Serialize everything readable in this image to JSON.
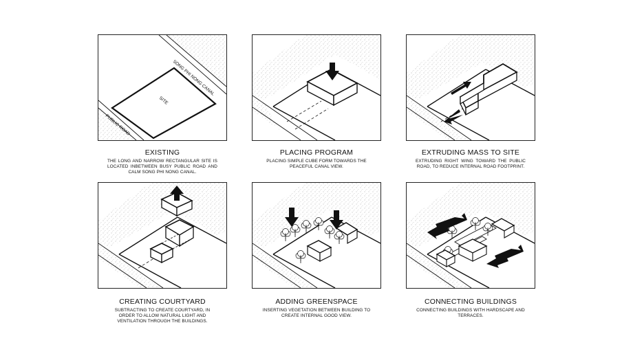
{
  "colors": {
    "line": "#111111",
    "stipple": "#9a9a9a",
    "background": "#ffffff"
  },
  "panels": [
    {
      "title": "EXISTING",
      "caption": "THE LONG AND NARROW RECTANGULAR SITE IS LOCATED INBETWEEN BUSY PUBLIC ROAD AND CALM SONG PHI NONG CANAL.",
      "labels": {
        "canal": "SONG PHI NONG CANAL",
        "site": "SITE",
        "road": "PUBLIC ROAD"
      }
    },
    {
      "title": "PLACING PROGRAM",
      "caption": "PLACING SIMPLE CUBE FORM TOWARDS THE PEACEFUL CANAL VIEW."
    },
    {
      "title": "EXTRUDING MASS TO SITE",
      "caption": "EXTRUDING RIGHT WING TOWARD THE PUBLIC ROAD, TO REDUCE INTERNAL ROAD FOOTPRINT."
    },
    {
      "title": "CREATING COURTYARD",
      "caption": "SUBTRACTING TO CREATE COURTYARD, IN ORDER TO ALLOW NATURAL LIGHT AND VENTILATION THROUGH THE BUILDINGS."
    },
    {
      "title": "ADDING GREENSPACE",
      "caption": "INSERTING VEGETATION BETWEEN BUILDING TO CREATE INTERNAL GOOD VIEW."
    },
    {
      "title": "CONNECTING BUILDINGS",
      "caption": "CONNECTING BUILDINGS WITH HARDSCAPE AND TERRACES."
    }
  ]
}
